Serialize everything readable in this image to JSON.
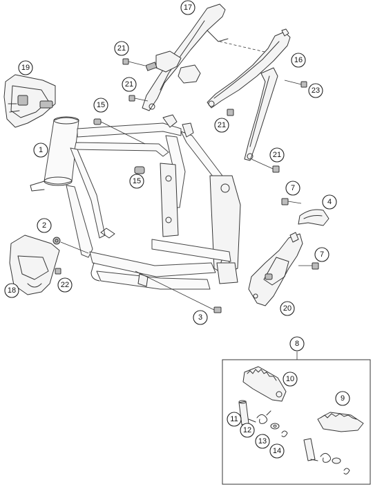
{
  "diagram": {
    "callouts": [
      {
        "id": "c17",
        "label": "17"
      },
      {
        "id": "c21a",
        "label": "21"
      },
      {
        "id": "c21b",
        "label": "21"
      },
      {
        "id": "c16",
        "label": "16"
      },
      {
        "id": "c23",
        "label": "23"
      },
      {
        "id": "c21c",
        "label": "21"
      },
      {
        "id": "c21d",
        "label": "21"
      },
      {
        "id": "c19",
        "label": "19"
      },
      {
        "id": "c15a",
        "label": "15"
      },
      {
        "id": "c15b",
        "label": "15"
      },
      {
        "id": "c1",
        "label": "1"
      },
      {
        "id": "c7a",
        "label": "7"
      },
      {
        "id": "c4",
        "label": "4"
      },
      {
        "id": "c2",
        "label": "2"
      },
      {
        "id": "c7b",
        "label": "7"
      },
      {
        "id": "c18",
        "label": "18"
      },
      {
        "id": "c22",
        "label": "22"
      },
      {
        "id": "c20",
        "label": "20"
      },
      {
        "id": "c3",
        "label": "3"
      },
      {
        "id": "c8",
        "label": "8"
      },
      {
        "id": "c10",
        "label": "10"
      },
      {
        "id": "c9",
        "label": "9"
      },
      {
        "id": "c11",
        "label": "11"
      },
      {
        "id": "c12",
        "label": "12"
      },
      {
        "id": "c13",
        "label": "13"
      },
      {
        "id": "c14",
        "label": "14"
      }
    ]
  }
}
